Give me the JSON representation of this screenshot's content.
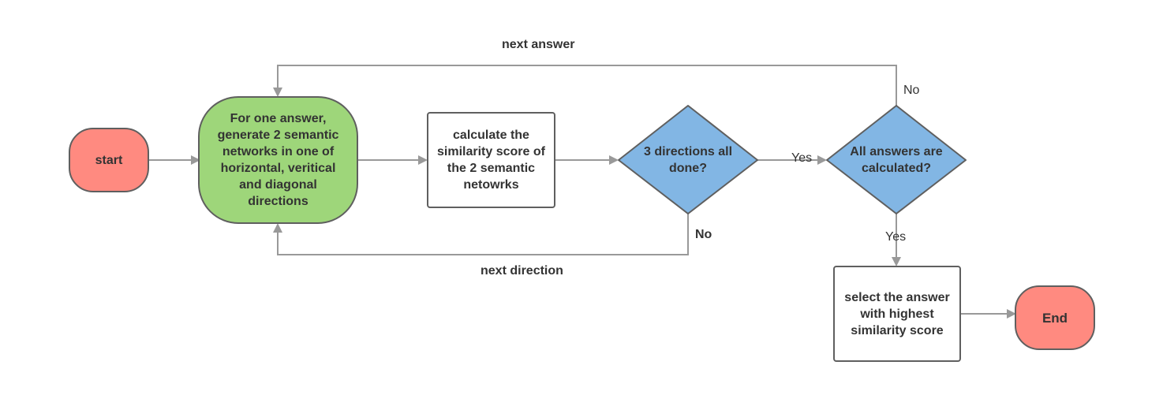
{
  "nodes": {
    "start": {
      "label": "start",
      "fill": "#ff8a80"
    },
    "generate": {
      "label": "For one answer,\ngenerate 2 semantic\nnetworks in one of\nhorizontal, veritical\nand diagonal\ndirections",
      "fill": "#9ed67a"
    },
    "calculate": {
      "label": "calculate the\nsimilarity score of\nthe 2 semantic\nnetowrks",
      "fill": "#ffffff"
    },
    "directions_done": {
      "label": "3 directions all\ndone?",
      "fill": "#82b6e4"
    },
    "answers_done": {
      "label": "All answers are\ncalculated?",
      "fill": "#82b6e4"
    },
    "select": {
      "label": "select the answer\nwith highest\nsimilarity score",
      "fill": "#ffffff"
    },
    "end": {
      "label": "End",
      "fill": "#ff8a80"
    }
  },
  "edges": {
    "next_answer": "next answer",
    "next_direction": "next direction",
    "yes_directions": "Yes",
    "no_directions": "No",
    "yes_answers": "Yes",
    "no_answers": "No"
  },
  "colors": {
    "stroke": "#5f5f5f",
    "connector": "#999999",
    "text": "#333333"
  }
}
